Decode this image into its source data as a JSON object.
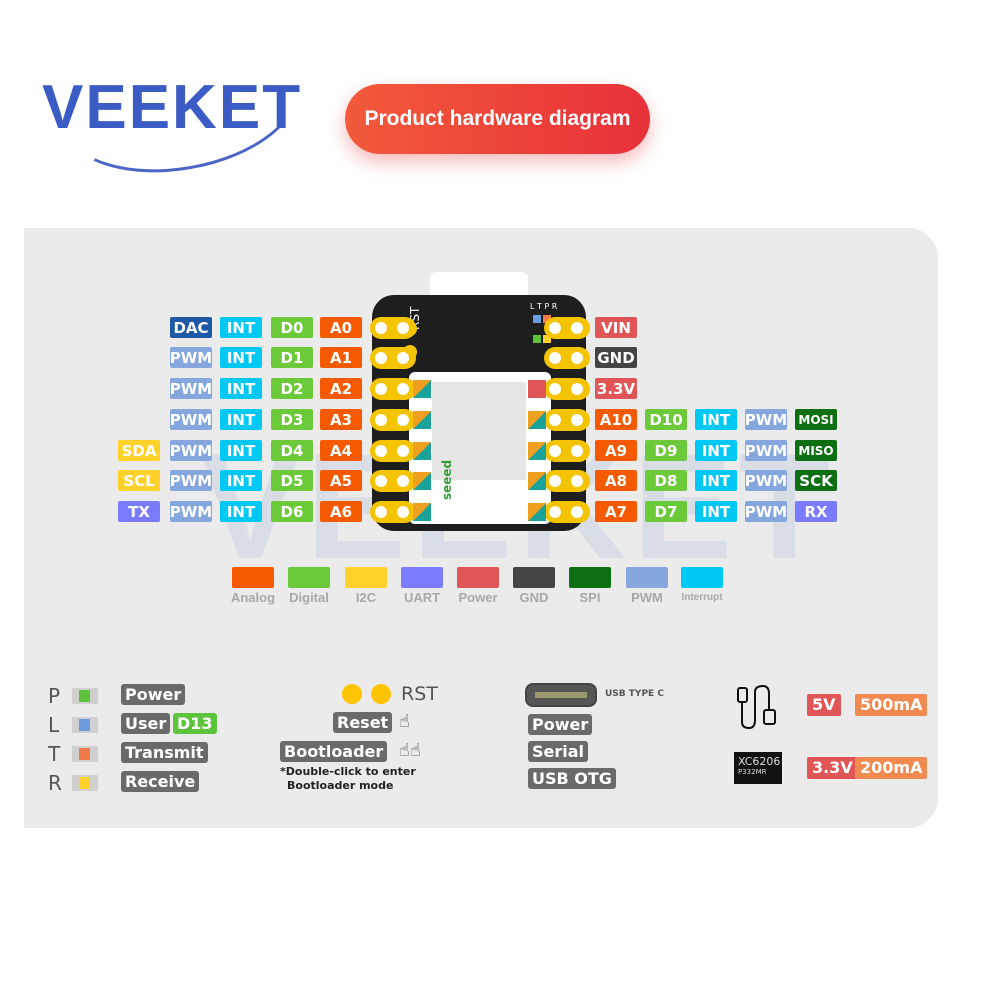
{
  "brand": {
    "logo": "VEEKET"
  },
  "title": "Product hardware diagram",
  "colors": {
    "analog": "#f55a00",
    "digital": "#6cc93a",
    "i2c": "#ffd12a",
    "uart": "#7b7bff",
    "power": "#e05555",
    "gnd": "#444444",
    "spi": "#0d6e12",
    "pwm": "#85a7dd",
    "interrupt": "#00c8f5",
    "dac": "#1f5aa8"
  },
  "left_pins": [
    [
      {
        "t": "DAC",
        "c": "dac"
      },
      {
        "t": "INT",
        "c": "interrupt"
      },
      {
        "t": "D0",
        "c": "digital"
      },
      {
        "t": "A0",
        "c": "analog"
      }
    ],
    [
      {
        "t": "PWM",
        "c": "pwm"
      },
      {
        "t": "INT",
        "c": "interrupt"
      },
      {
        "t": "D1",
        "c": "digital"
      },
      {
        "t": "A1",
        "c": "analog"
      }
    ],
    [
      {
        "t": "PWM",
        "c": "pwm"
      },
      {
        "t": "INT",
        "c": "interrupt"
      },
      {
        "t": "D2",
        "c": "digital"
      },
      {
        "t": "A2",
        "c": "analog"
      }
    ],
    [
      {
        "t": "PWM",
        "c": "pwm"
      },
      {
        "t": "INT",
        "c": "interrupt"
      },
      {
        "t": "D3",
        "c": "digital"
      },
      {
        "t": "A3",
        "c": "analog"
      }
    ],
    [
      {
        "t": "SDA",
        "c": "i2c"
      },
      {
        "t": "PWM",
        "c": "pwm"
      },
      {
        "t": "INT",
        "c": "interrupt"
      },
      {
        "t": "D4",
        "c": "digital"
      },
      {
        "t": "A4",
        "c": "analog"
      }
    ],
    [
      {
        "t": "SCL",
        "c": "i2c"
      },
      {
        "t": "PWM",
        "c": "pwm"
      },
      {
        "t": "INT",
        "c": "interrupt"
      },
      {
        "t": "D5",
        "c": "digital"
      },
      {
        "t": "A5",
        "c": "analog"
      }
    ],
    [
      {
        "t": "TX",
        "c": "uart"
      },
      {
        "t": "PWM",
        "c": "pwm"
      },
      {
        "t": "INT",
        "c": "interrupt"
      },
      {
        "t": "D6",
        "c": "digital"
      },
      {
        "t": "A6",
        "c": "analog"
      }
    ]
  ],
  "right_pins": [
    [
      {
        "t": "VIN",
        "c": "power"
      }
    ],
    [
      {
        "t": "GND",
        "c": "gnd"
      }
    ],
    [
      {
        "t": "3.3V",
        "c": "power"
      }
    ],
    [
      {
        "t": "A10",
        "c": "analog"
      },
      {
        "t": "D10",
        "c": "digital"
      },
      {
        "t": "INT",
        "c": "interrupt"
      },
      {
        "t": "PWM",
        "c": "pwm"
      },
      {
        "t": "MOSI",
        "c": "spi"
      }
    ],
    [
      {
        "t": "A9",
        "c": "analog"
      },
      {
        "t": "D9",
        "c": "digital"
      },
      {
        "t": "INT",
        "c": "interrupt"
      },
      {
        "t": "PWM",
        "c": "pwm"
      },
      {
        "t": "MISO",
        "c": "spi"
      }
    ],
    [
      {
        "t": "A8",
        "c": "analog"
      },
      {
        "t": "D8",
        "c": "digital"
      },
      {
        "t": "INT",
        "c": "interrupt"
      },
      {
        "t": "PWM",
        "c": "pwm"
      },
      {
        "t": "SCK",
        "c": "spi"
      }
    ],
    [
      {
        "t": "A7",
        "c": "analog"
      },
      {
        "t": "D7",
        "c": "digital"
      },
      {
        "t": "INT",
        "c": "interrupt"
      },
      {
        "t": "PWM",
        "c": "pwm"
      },
      {
        "t": "RX",
        "c": "uart"
      }
    ]
  ],
  "board": {
    "rst": "RST",
    "leds": "L T P R",
    "brand": "seeed"
  },
  "legend": [
    {
      "label": "Analog",
      "c": "analog"
    },
    {
      "label": "Digital",
      "c": "digital"
    },
    {
      "label": "I2C",
      "c": "i2c"
    },
    {
      "label": "UART",
      "c": "uart"
    },
    {
      "label": "Power",
      "c": "power"
    },
    {
      "label": "GND",
      "c": "gnd"
    },
    {
      "label": "SPI",
      "c": "spi"
    },
    {
      "label": "PWM",
      "c": "pwm"
    },
    {
      "label": "Interrupt",
      "c": "interrupt"
    }
  ],
  "leds": [
    {
      "letter": "P",
      "label": "Power",
      "color": "#5cc43a"
    },
    {
      "letter": "L",
      "label": "User",
      "extra": "D13",
      "color": "#6f9be0"
    },
    {
      "letter": "T",
      "label": "Transmit",
      "color": "#f07a4a"
    },
    {
      "letter": "R",
      "label": "Receive",
      "color": "#ffd12a"
    }
  ],
  "buttons": {
    "rst": "RST",
    "reset": "Reset",
    "bootloader": "Bootloader",
    "note1": "*Double-click to enter",
    "note2": "Bootloader mode"
  },
  "usb": {
    "type": "USB TYPE C",
    "features": [
      "Power",
      "Serial",
      "USB OTG"
    ]
  },
  "power": {
    "usb_voltage": "5V",
    "usb_current": "500mA",
    "ldo_chip": "XC6206",
    "ldo_marking": "P332MR",
    "ldo_voltage": "3.3V",
    "ldo_current": "200mA"
  }
}
